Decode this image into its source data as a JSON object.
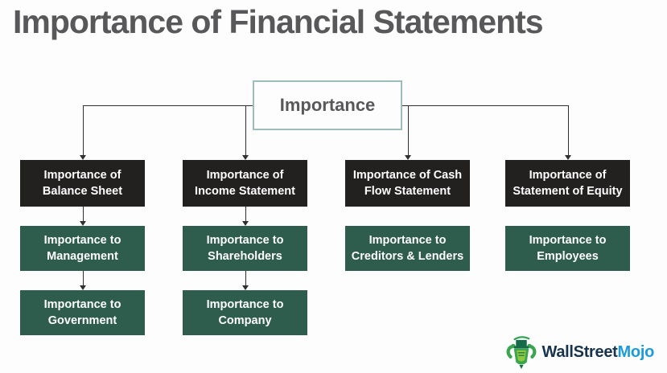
{
  "title": "Importance of Financial Statements",
  "root": {
    "label": "Importance"
  },
  "columns": [
    {
      "header": "Importance of\nBalance Sheet",
      "items": [
        "Importance to\nManagement",
        "Importance to\nGovernment"
      ]
    },
    {
      "header": "Importance of\nIncome Statement",
      "items": [
        "Importance to\nShareholders",
        "Importance to\nCompany"
      ]
    },
    {
      "header": "Importance of Cash\nFlow Statement",
      "items": [
        "Importance to\nCreditors & Lenders"
      ]
    },
    {
      "header": "Importance of\nStatement of Equity",
      "items": [
        "Importance to\nEmployees"
      ]
    }
  ],
  "logo": {
    "brand_primary": "WallStreet",
    "brand_secondary": "Mojo",
    "icon": "wallstreetmojo-mascot"
  },
  "colors": {
    "background": "#FDFDFD",
    "title-text": "#58585A",
    "root-text": "#58585A",
    "root-border": "#9DBDBA",
    "header-box": "#232020",
    "item-box": "#2E5D4D",
    "box-text": "#FFFFFF",
    "line": "#2F2F2F",
    "brand-navy": "#17334D",
    "brand-blue": "#1B9CD8"
  }
}
